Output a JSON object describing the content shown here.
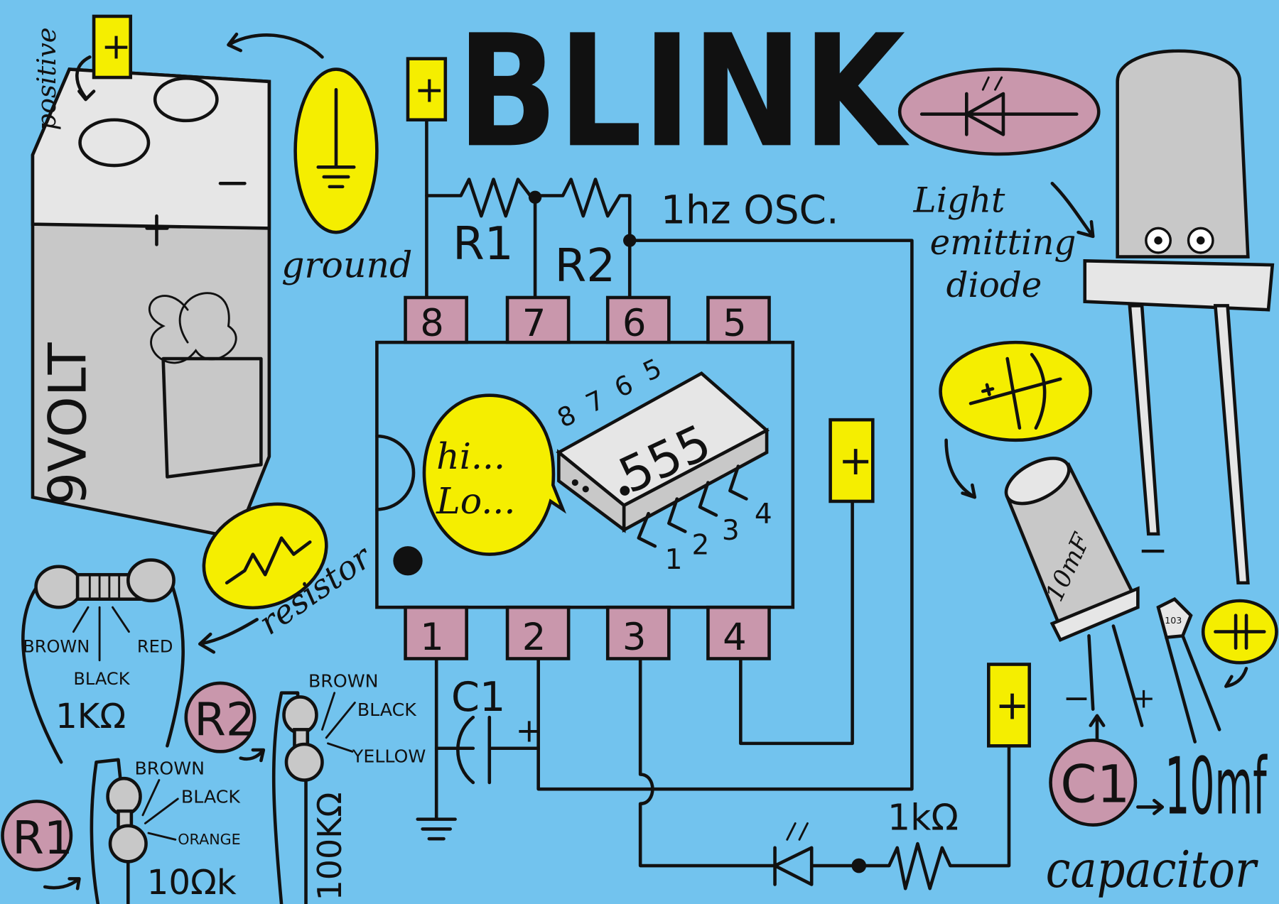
{
  "title": "BLINK",
  "subtitle": "1hz OSC.",
  "colors": {
    "background": "#72C3EE",
    "yellow": "#F5EE00",
    "pink": "#C997AC",
    "gray": "#C8C8C8"
  },
  "battery": {
    "label": "9VOLT",
    "positive_label": "positive",
    "terminal_plus": "+",
    "terminal_minus": "−"
  },
  "ground": {
    "label": "ground",
    "icon": "ground-icon"
  },
  "power_symbol": "+",
  "chip": {
    "pins_top": [
      "8",
      "7",
      "6",
      "5"
    ],
    "pins_bottom": [
      "1",
      "2",
      "3",
      "4"
    ],
    "speech": [
      "hi...",
      "Lo..."
    ],
    "part_number": "555",
    "drawing_pins_top": [
      "8",
      "7",
      "6",
      "5"
    ],
    "drawing_pins_bottom": [
      "1",
      "2",
      "3",
      "4"
    ]
  },
  "schematic": {
    "r1": "R1",
    "r2": "R2",
    "c1": "C1",
    "c1_plus": "+",
    "led_resistor": "1kΩ"
  },
  "led": {
    "label": [
      "Light",
      "emitting",
      "diode"
    ],
    "minus": "−"
  },
  "resistor": {
    "label": "resistor",
    "bands": [
      "BROWN",
      "BLACK",
      "RED"
    ],
    "value": "1KΩ",
    "r1": {
      "badge": "R1",
      "bands": [
        "BROWN",
        "BLACK",
        "ORANGE"
      ],
      "value": "10Ωk"
    },
    "r2": {
      "badge": "R2",
      "bands": [
        "BROWN",
        "BLACK",
        "YELLOW"
      ],
      "value": "100KΩ"
    }
  },
  "capacitor": {
    "badge": "C1",
    "value": "10mf",
    "label": "capacitor",
    "minus": "−",
    "plus": "+",
    "ceramic_code": "103",
    "electrolytic_marking": "10mF"
  }
}
